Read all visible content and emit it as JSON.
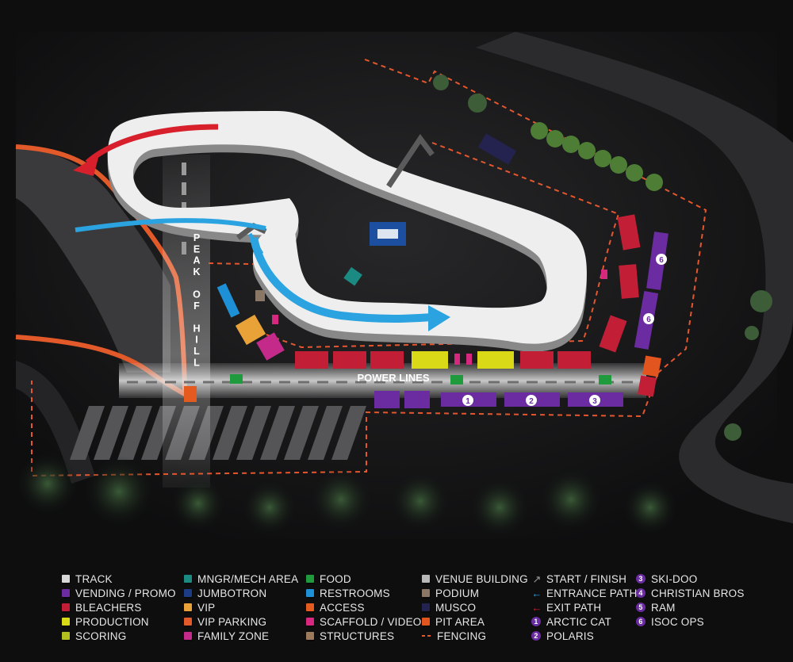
{
  "map": {
    "power_lines_label": "POWER LINES",
    "peak_letters": [
      "P",
      "E",
      "A",
      "K",
      "",
      "O",
      "F",
      "",
      "H",
      "I",
      "L",
      "L"
    ],
    "booth_numbers": [
      "1",
      "2",
      "3"
    ],
    "vending_numbers": [
      "6",
      "6"
    ],
    "colors": {
      "background": "#0e0e0f",
      "track": "#e8e8e8",
      "vending": "#6a2ca0",
      "bleachers": "#c21f36",
      "production": "#d9d917",
      "mngr": "#1b8a82",
      "jumbotron": "#1c3d85",
      "vip": "#e8a238",
      "vip_parking": "#e2592a",
      "family_zone": "#c42a8a",
      "food": "#1f9a3c",
      "restrooms": "#1e90d6",
      "access": "#e55a1e",
      "scaffold": "#d6287e",
      "structures": "#9b7b5b",
      "venue_building": "#b8b8b8",
      "podium": "#8a7766",
      "musco": "#24234f",
      "pit_area": "#e3551e",
      "fencing": "#e4572e",
      "entrance_path": "#2aa3e0",
      "exit_path": "#d8202c"
    }
  },
  "legend": {
    "col1": [
      {
        "label": "TRACK",
        "color": "#d8d8d8",
        "icon": "square"
      },
      {
        "label": "VENDING / PROMO",
        "color": "#6a2ca0",
        "icon": "square"
      },
      {
        "label": "BLEACHERS",
        "color": "#c21f36",
        "icon": "square"
      },
      {
        "label": "PRODUCTION",
        "color": "#d9d917",
        "icon": "square"
      },
      {
        "label": "SCORING",
        "color": "#b3bf1f",
        "icon": "square"
      }
    ],
    "col2": [
      {
        "label": "MNGR/MECH AREA",
        "color": "#1b8a82",
        "icon": "square"
      },
      {
        "label": "JUMBOTRON",
        "color": "#1c3d85",
        "icon": "square"
      },
      {
        "label": "VIP",
        "color": "#e8a238",
        "icon": "square"
      },
      {
        "label": "VIP PARKING",
        "color": "#e2592a",
        "icon": "square"
      },
      {
        "label": "FAMILY ZONE",
        "color": "#c42a8a",
        "icon": "square"
      }
    ],
    "col3": [
      {
        "label": "FOOD",
        "color": "#1f9a3c",
        "icon": "square"
      },
      {
        "label": "RESTROOMS",
        "color": "#1e90d6",
        "icon": "square"
      },
      {
        "label": "ACCESS",
        "color": "#e55a1e",
        "icon": "square"
      },
      {
        "label": "SCAFFOLD / VIDEO",
        "color": "#d6287e",
        "icon": "square"
      },
      {
        "label": "STRUCTURES",
        "color": "#9b7b5b",
        "icon": "square"
      }
    ],
    "col4": [
      {
        "label": "VENUE BUILDING",
        "color": "#b8b8b8",
        "icon": "square"
      },
      {
        "label": "PODIUM",
        "color": "#8a7766",
        "icon": "square"
      },
      {
        "label": "MUSCO",
        "color": "#24234f",
        "icon": "square"
      },
      {
        "label": "PIT AREA",
        "color": "#e3551e",
        "icon": "square"
      },
      {
        "label": "FENCING",
        "color": "#e4572e",
        "icon": "dash"
      }
    ],
    "col5": [
      {
        "label": "START / FINISH",
        "color": "#9a9a9a",
        "icon": "start-finish"
      },
      {
        "label": "ENTRANCE PATH",
        "color": "#2aa3e0",
        "icon": "arrow-left"
      },
      {
        "label": "EXIT PATH",
        "color": "#d8202c",
        "icon": "arrow-left"
      },
      {
        "label": "ARCTIC CAT",
        "number": "1",
        "icon": "number"
      },
      {
        "label": "POLARIS",
        "number": "2",
        "icon": "number"
      }
    ],
    "col6": [
      {
        "label": "SKI-DOO",
        "number": "3",
        "icon": "number"
      },
      {
        "label": "CHRISTIAN BROS",
        "number": "4",
        "icon": "number"
      },
      {
        "label": "RAM",
        "number": "5",
        "icon": "number"
      },
      {
        "label": "ISOC OPS",
        "number": "6",
        "icon": "number"
      }
    ]
  }
}
